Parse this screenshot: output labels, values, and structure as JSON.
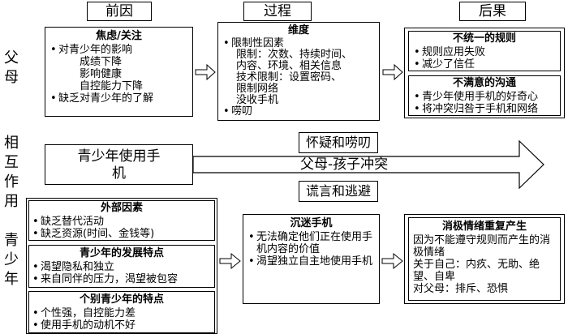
{
  "headers": {
    "cause": "前因",
    "process": "过程",
    "result": "后果"
  },
  "row_labels": {
    "parents": "父母",
    "interaction": "相互作用",
    "teens": "青少年"
  },
  "parents": {
    "cause": {
      "title": "焦虑/关注",
      "items": [
        {
          "text": "对青少年的影响",
          "level": 1
        },
        {
          "text": "成绩下降",
          "level": 2
        },
        {
          "text": "影响健康",
          "level": 2
        },
        {
          "text": "自控能力下降",
          "level": 2
        },
        {
          "text": "缺乏对青少年的了解",
          "level": 1
        }
      ]
    },
    "process": {
      "title": "维度",
      "items": [
        {
          "text": "限制性因素",
          "level": 1
        },
        {
          "text": "限制：次数、持续时间、",
          "level": 2
        },
        {
          "text": "内容、环境、相关信息",
          "level": 2
        },
        {
          "text": "技术限制：设置密码、",
          "level": 2
        },
        {
          "text": "限制网络",
          "level": 2
        },
        {
          "text": "没收手机",
          "level": 2
        },
        {
          "text": "唠叨",
          "level": 1
        }
      ]
    },
    "result1": {
      "title": "不统一的规则",
      "items": [
        "规则应用失败",
        "减少了信任"
      ]
    },
    "result2": {
      "title": "不满意的沟通",
      "items": [
        "青少年使用手机的好奇心",
        "将冲突归咎于手机和网络"
      ]
    }
  },
  "interaction": {
    "start": "青少年使用手机",
    "top": "怀疑和唠叨",
    "middle": "父母-孩子冲突",
    "bottom": "谎言和逃避"
  },
  "teens": {
    "external": {
      "title": "外部因素",
      "items": [
        "缺乏替代活动",
        "缺乏资源(时间、金钱等)"
      ]
    },
    "development": {
      "title": "青少年的发展特点",
      "items": [
        "渴望隐私和独立",
        "来自同伴的压力，渴望被包容"
      ]
    },
    "individual": {
      "title": "个别青少年的特点",
      "items": [
        "个性强，自控能力差",
        "使用手机的动机不好"
      ]
    },
    "process": {
      "title": "沉迷手机",
      "items": [
        "无法确定他们正在使用手机内容的价值",
        "渴望独立自主地使用手机"
      ]
    },
    "result": {
      "title": "消极情绪重复产生",
      "lines": [
        "因为不能遵守规则而产生的消极情绪",
        "关于自己：内疚、无助、绝望、自卑",
        "对父母：排斥、恐惧"
      ]
    }
  }
}
